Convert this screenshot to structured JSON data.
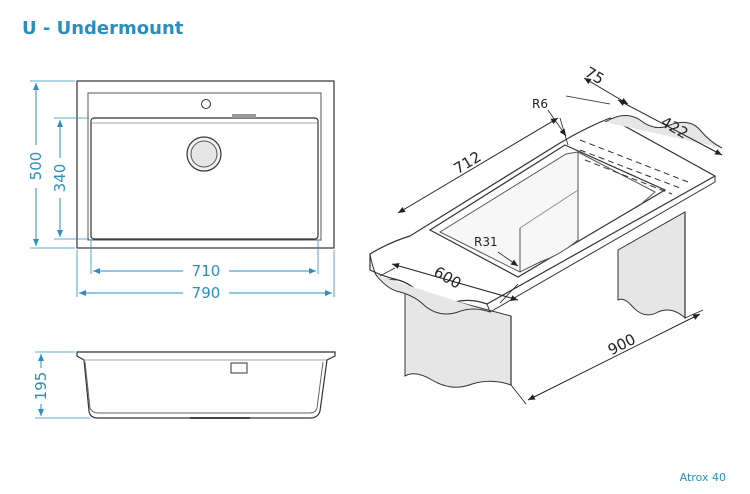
{
  "title": "U - Undermount",
  "model": "Atrox 40",
  "colors": {
    "accent": "#2a8fbf",
    "line": "#333333",
    "shade": "#e6e6e6"
  },
  "top_view": {
    "outer_width": "790",
    "inner_width": "710",
    "outer_height": "500",
    "inner_height": "340"
  },
  "side_view": {
    "height": "195"
  },
  "iso_view": {
    "sink_length": "712",
    "depth": "422",
    "offset": "75",
    "top_radius": "R6",
    "bottom_radius": "R31",
    "counter_width": "600",
    "cabinet_width": "900"
  }
}
